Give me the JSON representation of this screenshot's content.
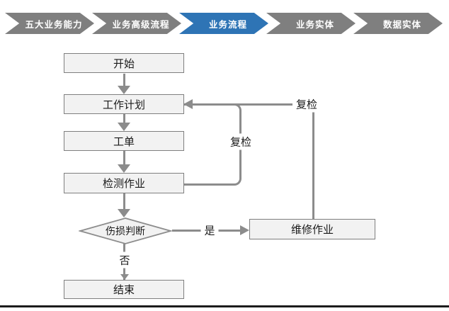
{
  "nav": {
    "items": [
      {
        "label": "五大业务能力",
        "active": false
      },
      {
        "label": "业务高级流程",
        "active": false
      },
      {
        "label": "业务流程",
        "active": true
      },
      {
        "label": "业务实体",
        "active": false
      },
      {
        "label": "数据实体",
        "active": false
      }
    ],
    "colors": {
      "inactive": "#7f7f7f",
      "active": "#2e74b5",
      "text": "#ffffff"
    }
  },
  "flowchart": {
    "nodes": {
      "start": "开始",
      "work_plan": "工作计划",
      "work_order": "工单",
      "inspection": "检测作业",
      "damage_decision": "伤损判断",
      "repair": "维修作业",
      "end": "结束"
    },
    "edge_labels": {
      "recheck_mid": "复检",
      "recheck_right": "复检",
      "yes": "是",
      "no": "否"
    },
    "colors": {
      "node_fill": "#f2f2f2",
      "node_border": "#7f7f7f",
      "connector": "#8c8c8c",
      "text": "#1a1a1a"
    }
  }
}
